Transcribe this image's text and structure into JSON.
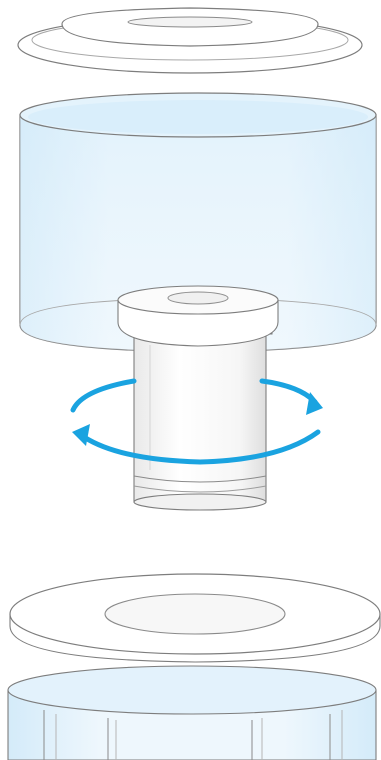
{
  "figure": {
    "components": [
      {
        "name": "lid",
        "icon": "lid-icon"
      },
      {
        "name": "upper-tank",
        "icon": "tank-icon"
      },
      {
        "name": "filter-cartridge",
        "icon": "filter-icon"
      },
      {
        "name": "rotation-arrows",
        "icon": "rotate-icon",
        "color": "#1aa3e0"
      },
      {
        "name": "tray-plate",
        "icon": "plate-icon"
      },
      {
        "name": "lower-tank",
        "icon": "tank-icon"
      }
    ],
    "colors": {
      "outline": "#7d7d7d",
      "water_tint": "#dff0fb",
      "water_edge": "#c2e2f6",
      "arrow": "#1aa3e0",
      "plastic": "#ffffff"
    }
  }
}
